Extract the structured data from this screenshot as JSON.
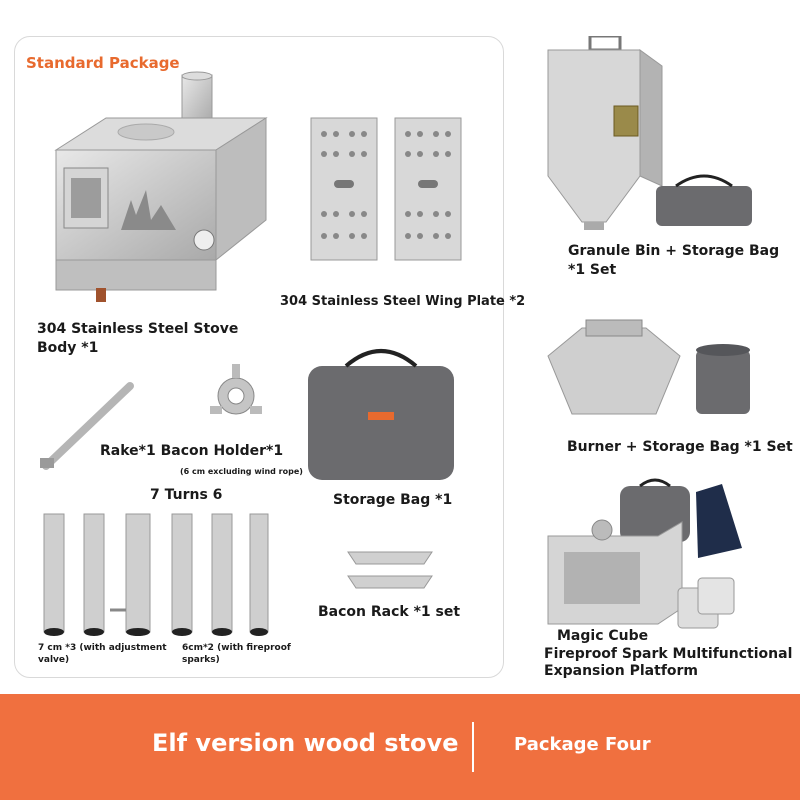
{
  "package_title": "Standard Package",
  "items": {
    "stove_body": "304 Stainless Steel Stove\nBody *1",
    "wing_plate": "304 Stainless Steel Wing Plate *2",
    "granule_bin": "Granule Bin + Storage Bag\n*1 Set",
    "rake_bacon": "Rake*1 Bacon Holder*1",
    "bacon_note": "(6 cm excluding wind rope)",
    "storage_bag": "Storage Bag *1",
    "burner": "Burner + Storage Bag *1 Set",
    "turns": "7 Turns 6",
    "pipe_7cm": "7 cm *3 (with adjustment\nvalve)",
    "pipe_6cm": "6cm*2 (with fireproof\nsparks)",
    "bacon_rack": "Bacon Rack *1 set",
    "magic_cube": "Magic Cube",
    "fireproof": "Fireproof Spark Multifunctional\nExpansion Platform"
  },
  "footer": {
    "main": "Elf version wood stove",
    "sub": "Package Four"
  },
  "colors": {
    "accent": "#e86a2e",
    "footer_bg": "#f0703f",
    "steel": "#c8c8c8",
    "bag": "#6b6b6e"
  }
}
